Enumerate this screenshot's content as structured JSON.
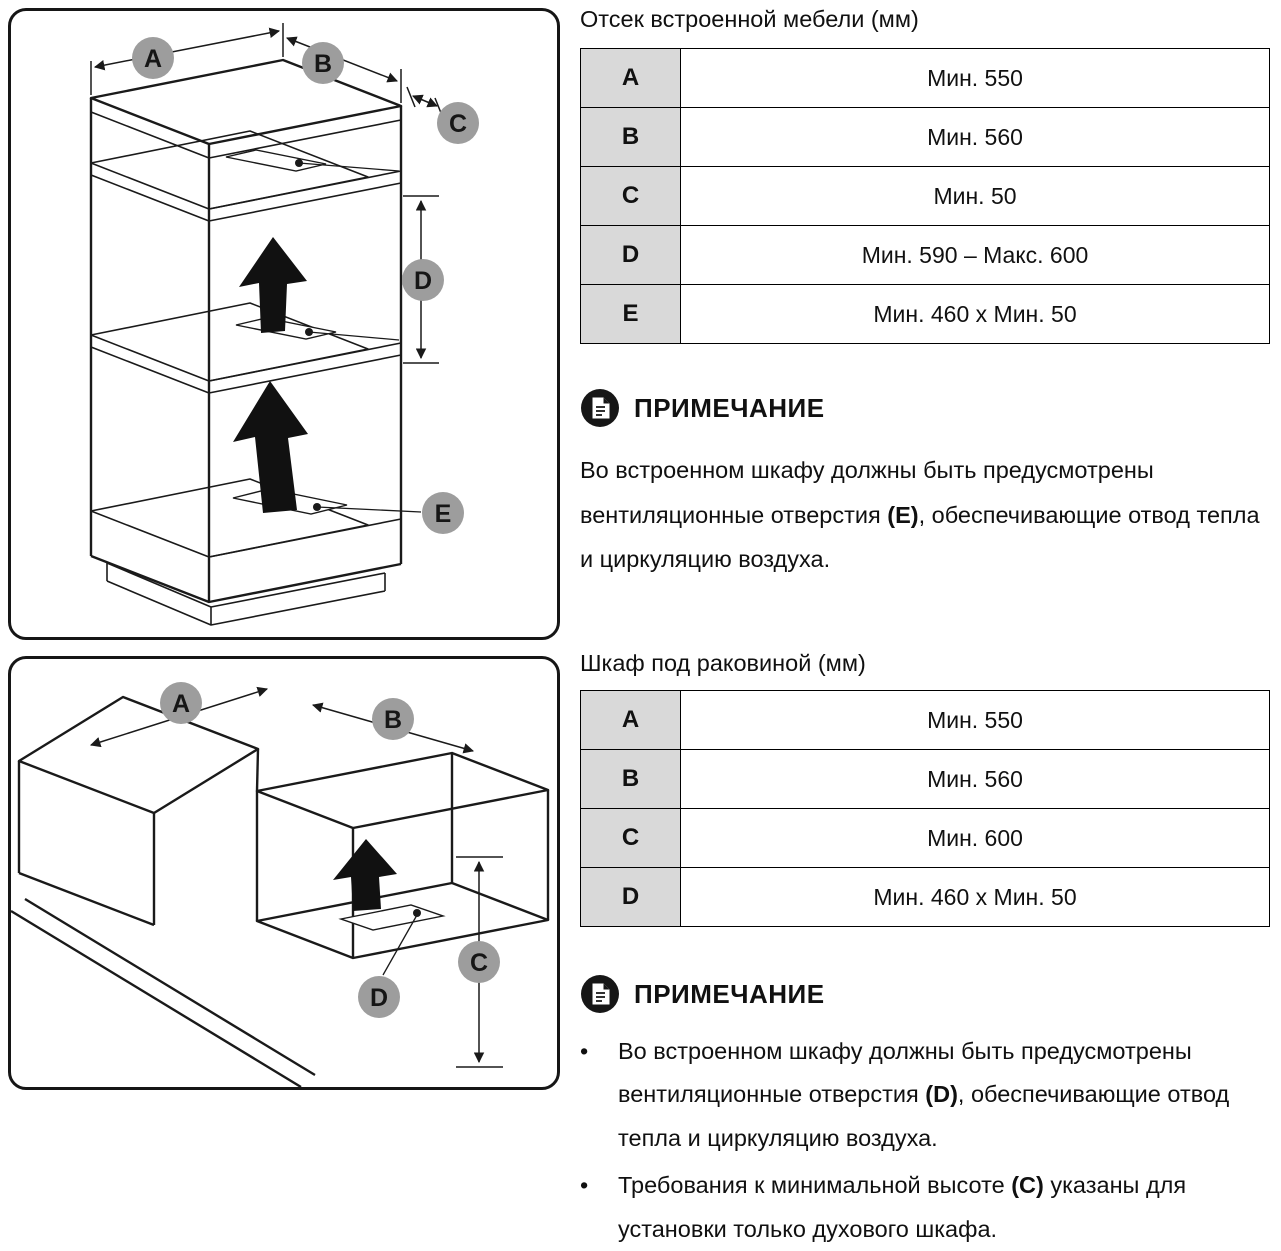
{
  "colors": {
    "label_circle": "#9d9d9d",
    "table_key_bg": "#d9d9d9",
    "line": "#1a1a1a"
  },
  "section1": {
    "title": "Отсек встроенной мебели (мм)",
    "table": [
      {
        "key": "A",
        "value": "Мин. 550"
      },
      {
        "key": "B",
        "value": "Мин. 560"
      },
      {
        "key": "C",
        "value": "Мин. 50"
      },
      {
        "key": "D",
        "value": "Мин. 590 – Макс. 600"
      },
      {
        "key": "E",
        "value": "Мин. 460 x Мин. 50"
      }
    ],
    "diagram_labels": [
      "A",
      "B",
      "C",
      "D",
      "E"
    ],
    "note": {
      "heading": "ПРИМЕЧАНИЕ",
      "text_before": "Во встроенном шкафу должны быть предусмотрены вентиляционные отверстия ",
      "bold": "(E)",
      "text_after": ", обеспечивающие отвод тепла и циркуляцию воздуха."
    }
  },
  "section2": {
    "title": "Шкаф под раковиной (мм)",
    "table": [
      {
        "key": "A",
        "value": "Мин. 550"
      },
      {
        "key": "B",
        "value": "Мин. 560"
      },
      {
        "key": "C",
        "value": "Мин. 600"
      },
      {
        "key": "D",
        "value": "Мин. 460 x Мин. 50"
      }
    ],
    "diagram_labels": [
      "A",
      "B",
      "C",
      "D"
    ],
    "note": {
      "heading": "ПРИМЕЧАНИЕ",
      "bullet_glyph": "•",
      "bullets": [
        {
          "before": "Во встроенном шкафу должны быть предусмотрены вентиляционные отверстия ",
          "bold": "(D)",
          "after": ", обеспечивающие отвод тепла и циркуляцию воздуха."
        },
        {
          "before": "Требования к минимальной высоте ",
          "bold": "(C)",
          "after": " указаны для установки только духового шкафа."
        }
      ]
    }
  }
}
